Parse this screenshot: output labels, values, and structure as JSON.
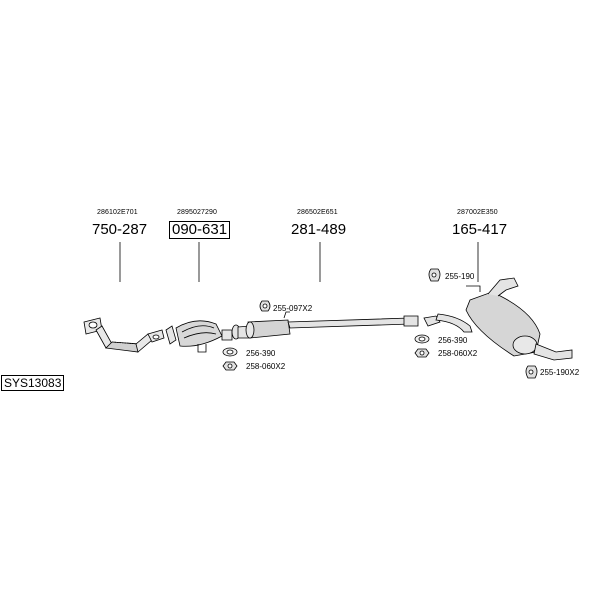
{
  "system_id": "SYS13083",
  "assemblies": [
    {
      "oem": "286102E701",
      "part": "750-287",
      "boxed": false
    },
    {
      "oem": "2895027290",
      "part": "090-631",
      "boxed": true
    },
    {
      "oem": "286502E651",
      "part": "281-489",
      "boxed": false
    },
    {
      "oem": "287002E350",
      "part": "165-417",
      "boxed": false
    }
  ],
  "accessories": {
    "hanger_front": "255-097X2",
    "gasket_1": "256-390",
    "nut_1": "258-060X2",
    "hanger_rear_top": "255-190",
    "gasket_2": "256-390",
    "nut_2": "258-060X2",
    "hanger_rear_bottom": "255-190X2"
  }
}
